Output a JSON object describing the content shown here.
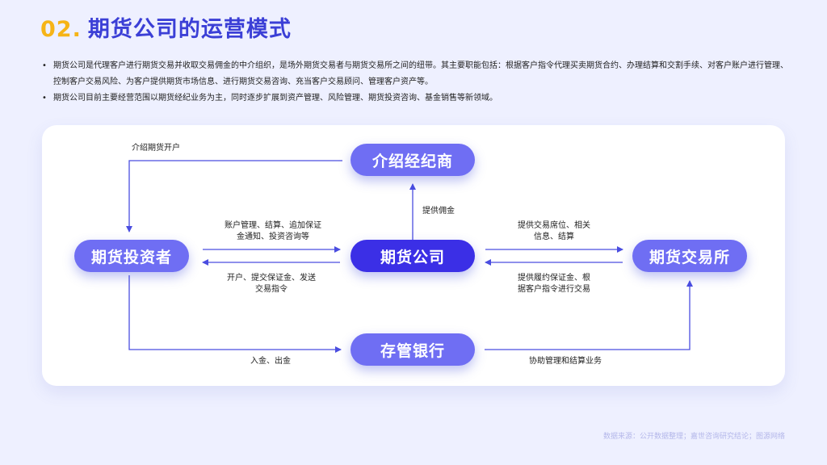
{
  "title": {
    "number": "02.",
    "text": "期货公司的运营模式"
  },
  "bullets": [
    "期货公司是代理客户进行期货交易并收取交易佣金的中介组织，是场外期货交易者与期货交易所之间的纽带。其主要职能包括：根据客户指令代理买卖期货合约、办理结算和交割手续、对客户账户进行管理、控制客户交易风险、为客户提供期货市场信息、进行期货交易咨询、充当客户交易顾问、管理客户资产等。",
    "期货公司目前主要经营范围以期货经纪业务为主，同时逐步扩展到资产管理、风险管理、期货投资咨询、基金销售等新领域。"
  ],
  "bullet_symbol": "•",
  "nodes": {
    "introducer": "介绍经纪商",
    "investor": "期货投资者",
    "company": "期货公司",
    "exchange": "期货交易所",
    "bank": "存管银行"
  },
  "labels": {
    "open_account": "介绍期货开户",
    "commission": "提供佣金",
    "to_company_1": "账户管理、结算、追加保证",
    "to_company_2": "金通知、投资咨询等",
    "to_investor_1": "开户、提交保证金、发送",
    "to_investor_2": "交易指令",
    "from_exchange_1": "提供交易席位、相关",
    "from_exchange_2": "信息、结算",
    "to_exchange_1": "提供履约保证金、根",
    "to_exchange_2": "据客户指令进行交易",
    "deposit": "入金、出金",
    "bank_service": "协助管理和结算业务"
  },
  "colors": {
    "line": "#4a4de0",
    "node_light": "#6f6ef3",
    "node_dark": "#3b2fe6",
    "accent": "#f6b417",
    "title": "#3b3fd6"
  },
  "source": "数据来源：公开数据整理；嘉世咨询研究结论；图源网络"
}
